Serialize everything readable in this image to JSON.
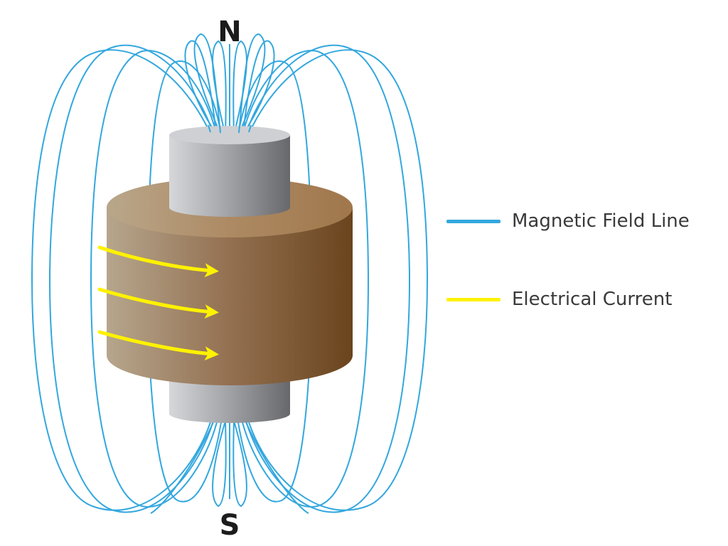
{
  "poles": {
    "north": "N",
    "south": "S"
  },
  "legend": {
    "items": [
      {
        "label": "Magnetic Field Line",
        "color": "#33a7de"
      },
      {
        "label": "Electrical Current",
        "color": "#fff200"
      }
    ]
  },
  "colors": {
    "field_line": "#33a7de",
    "current_arrow": "#fff200",
    "coil_light": "#b5a48a",
    "coil_dark": "#6b4520",
    "core_light": "#d4d5d8",
    "core_dark": "#6c6d71"
  }
}
